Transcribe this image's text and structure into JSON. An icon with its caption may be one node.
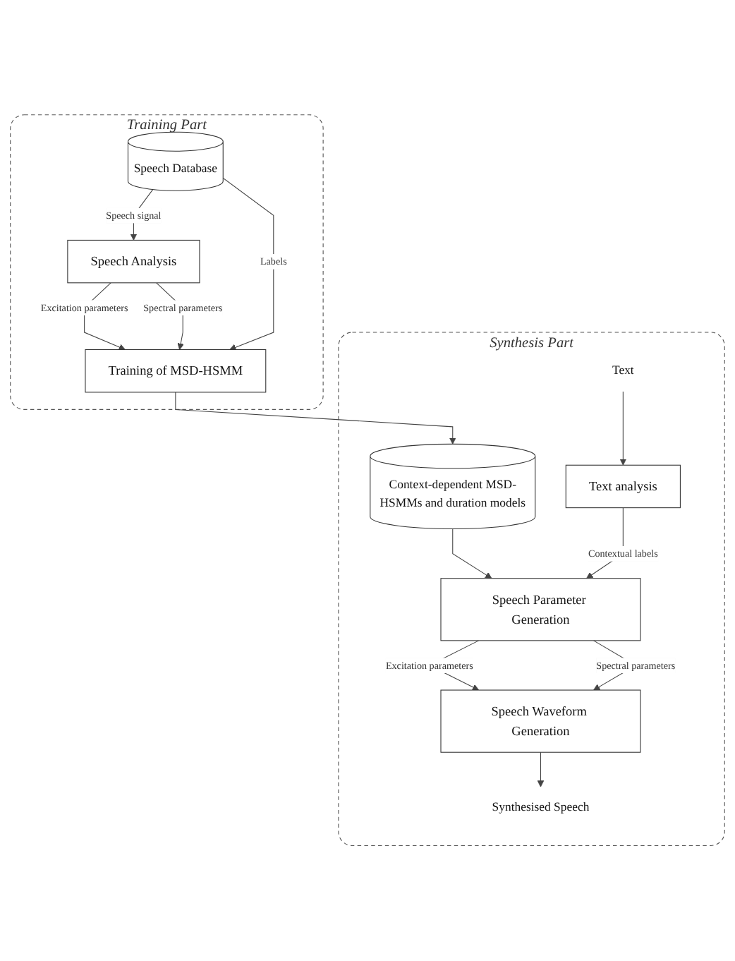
{
  "diagram": {
    "nodes": [
      {
        "text": [
          "Training Part"
        ]
      },
      {
        "text": [
          "Speech Database"
        ],
        "in": 0
      },
      {
        "text": [
          "Speech Analysis"
        ],
        "in": 0
      },
      {
        "text": [
          "Training of MSD-HSMM"
        ],
        "in": 0
      },
      {
        "text": [
          "Synthesis Part"
        ]
      },
      {
        "text": [
          "Context-dependent MSD-HSMMs and duration models"
        ],
        "in": 4
      },
      {
        "text": [
          "Text analysis"
        ],
        "in": 4
      },
      {
        "text": [
          "Speech Parameter Generation"
        ],
        "in": 4
      },
      {
        "text": [
          "Speech Waveform Generation"
        ],
        "in": 4
      },
      {
        "text": [
          "Text"
        ],
        "in": 4
      },
      {
        "text": [
          "Synthesised Speech"
        ],
        "in": 4
      }
    ],
    "edges": [
      {
        "from": 1,
        "to": 2,
        "arrow": "to",
        "label": "Speech signal"
      },
      {
        "from": 2,
        "to": 3,
        "arrow": "to",
        "label": "Excitation parameters"
      },
      {
        "from": 2,
        "to": 3,
        "arrow": "to",
        "label": "Spectral parameters"
      },
      {
        "from": 1,
        "to": 3,
        "arrow": "to",
        "label": "Labels"
      },
      {
        "from": 3,
        "to": 5,
        "arrow": "to"
      },
      {
        "from": 5,
        "to": 7,
        "arrow": "to"
      },
      {
        "from": 6,
        "to": 7,
        "arrow": "to",
        "label": "Contextual labels"
      },
      {
        "from": 9,
        "to": 6,
        "arrow": "to"
      },
      {
        "from": 7,
        "to": 8,
        "arrow": "to",
        "label": "Excitation parameters"
      },
      {
        "from": 7,
        "to": 8,
        "arrow": "to",
        "label": "Spectral parameters"
      },
      {
        "from": 8,
        "to": 10,
        "arrow": "to"
      }
    ]
  }
}
